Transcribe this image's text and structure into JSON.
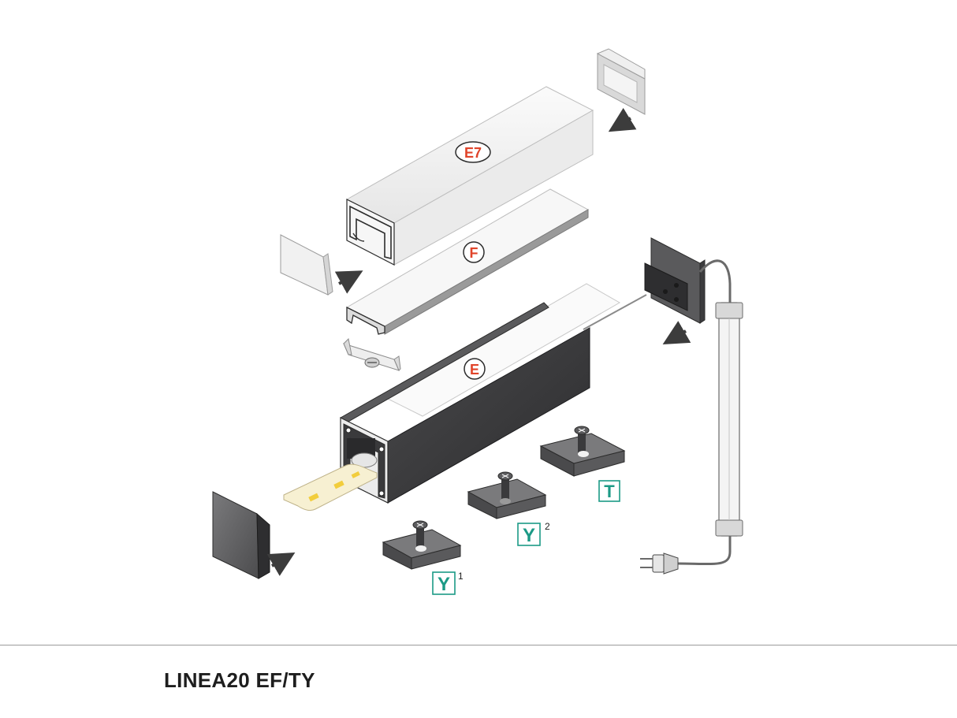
{
  "title": "LINEA20 EF/TY",
  "labels": {
    "e7": "E7",
    "f": "F",
    "e": "E",
    "t": "T",
    "y1": "Y",
    "y1_sup": "1",
    "y2": "Y",
    "y2_sup": "2"
  },
  "colors": {
    "label_red": "#e0442a",
    "label_green": "#1c9a86",
    "profile_dark": "#3a3a3c",
    "cover_white": "#f2f2f2",
    "arrow": "#3c3c3c"
  },
  "icons": [
    "end-cap",
    "arrow",
    "led-strip",
    "mounting-clip",
    "screw",
    "power-supply",
    "plug"
  ]
}
